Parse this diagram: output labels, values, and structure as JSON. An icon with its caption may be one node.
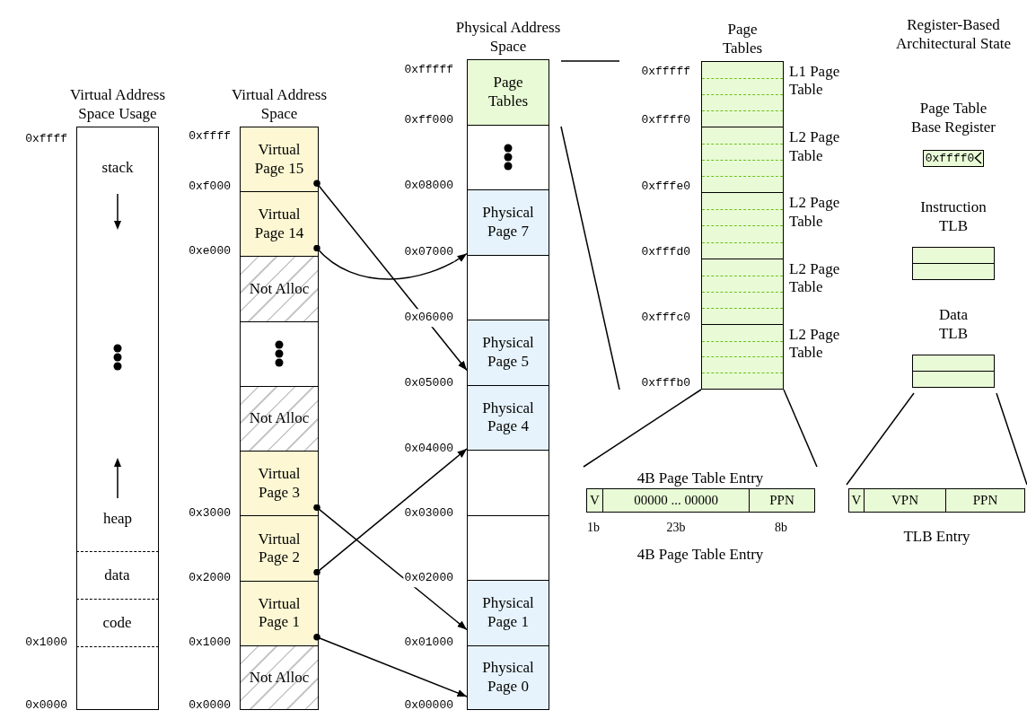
{
  "diagram": {
    "nodes": [
      {
        "text": [
          "Virtual Address Space Usage"
        ]
      },
      {
        "text": [
          "data"
        ],
        "in": 0
      },
      {
        "text": [
          "code"
        ],
        "in": 0
      },
      {
        "text": [
          "Virtual Address Space"
        ]
      },
      {
        "text": [
          "Virtual Page 15"
        ],
        "in": 3
      },
      {
        "text": [
          "Virtual Page 14"
        ],
        "in": 3
      },
      {
        "text": [
          "Not Alloc"
        ],
        "in": 3
      },
      {
        "text": [],
        "shape": "box",
        "in": 3
      },
      {
        "text": [
          "Not Alloc"
        ],
        "in": 3
      },
      {
        "text": [
          "Virtual Page 3"
        ],
        "in": 3
      },
      {
        "text": [
          "Virtual Page 2"
        ],
        "in": 3
      },
      {
        "text": [
          "Virtual Page 1"
        ],
        "in": 3
      },
      {
        "text": [
          "Not Alloc"
        ],
        "in": 3
      },
      {
        "text": [
          "Physical Address Space"
        ]
      },
      {
        "text": [
          "Page Tables"
        ],
        "in": 13
      },
      {
        "text": [],
        "shape": "box",
        "in": 13
      },
      {
        "text": [
          "Physical Page 7"
        ],
        "in": 13
      },
      {
        "text": [],
        "shape": "box",
        "in": 13
      },
      {
        "text": [
          "Physical Page 5"
        ],
        "in": 13
      },
      {
        "text": [
          "Physical Page 4"
        ],
        "in": 13
      },
      {
        "text": [],
        "shape": "box",
        "in": 13
      },
      {
        "text": [],
        "shape": "box",
        "in": 13
      },
      {
        "text": [
          "Physical Page 1"
        ],
        "in": 13
      },
      {
        "text": [
          "Physical Page 0"
        ],
        "in": 13
      },
      {
        "text": [
          "Page Tables"
        ]
      },
      {
        "text": [
          "L1 Page Table"
        ],
        "in": 24
      },
      {
        "text": [
          "L2 Page Table"
        ],
        "in": 24
      },
      {
        "text": [
          "L2 Page Table"
        ],
        "in": 24
      },
      {
        "text": [
          "L2 Page Table"
        ],
        "in": 24
      },
      {
        "text": [
          "L2 Page Table"
        ],
        "in": 24
      },
      {
        "text": [
          "Page Table Base Register",
          "0xffff0"
        ]
      },
      {
        "text": [
          "Instruction TLB"
        ]
      },
      {
        "text": [
          "Data TLB"
        ]
      },
      {
        "text": [
          "4B Page Table Entry"
        ],
        "beside": [
          "4B Page Table Entry"
        ]
      },
      {
        "text": [
          "V"
        ],
        "in": 33
      },
      {
        "text": [
          "00000 ... 00000"
        ],
        "in": 33
      },
      {
        "text": [
          "PPN"
        ],
        "in": 33
      },
      {
        "text": [
          "TLB Entry"
        ]
      },
      {
        "text": [
          "V"
        ],
        "in": 37
      },
      {
        "text": [
          "VPN"
        ],
        "in": 37
      },
      {
        "text": [
          "PPN"
        ],
        "in": 37
      }
    ],
    "edges": [
      {
        "from": 4,
        "to": 18,
        "arrow": "to"
      },
      {
        "from": 5,
        "to": 16,
        "arrow": "to"
      },
      {
        "from": 10,
        "to": 19,
        "arrow": "to"
      },
      {
        "from": 9,
        "to": 22,
        "arrow": "to"
      },
      {
        "from": 11,
        "to": 23,
        "arrow": "to"
      },
      {
        "from": 24,
        "to": 33,
        "arrow": "none"
      },
      {
        "from": 24,
        "to": 33,
        "arrow": "none"
      },
      {
        "from": 32,
        "to": 37,
        "arrow": "none"
      },
      {
        "from": 32,
        "to": 37,
        "arrow": "none"
      }
    ],
    "labels": [
      "0xffff",
      "stack",
      "heap",
      "0x1000",
      "0x0000",
      "0xffff",
      "0xf000",
      "0xe000",
      "0x3000",
      "0x2000",
      "0x1000",
      "0x0000",
      "0xfffff",
      "0xff000",
      "0x08000",
      "0x07000",
      "0x06000",
      "0x05000",
      "0x04000",
      "0x03000",
      "0x02000",
      "0x01000",
      "0x00000",
      "0xfffff",
      "0xffff0",
      "0xfffe0",
      "0xfffd0",
      "0xfffc0",
      "0xfffb0",
      "Register-Based Architectural State",
      "1b",
      "23b",
      "8b"
    ]
  }
}
